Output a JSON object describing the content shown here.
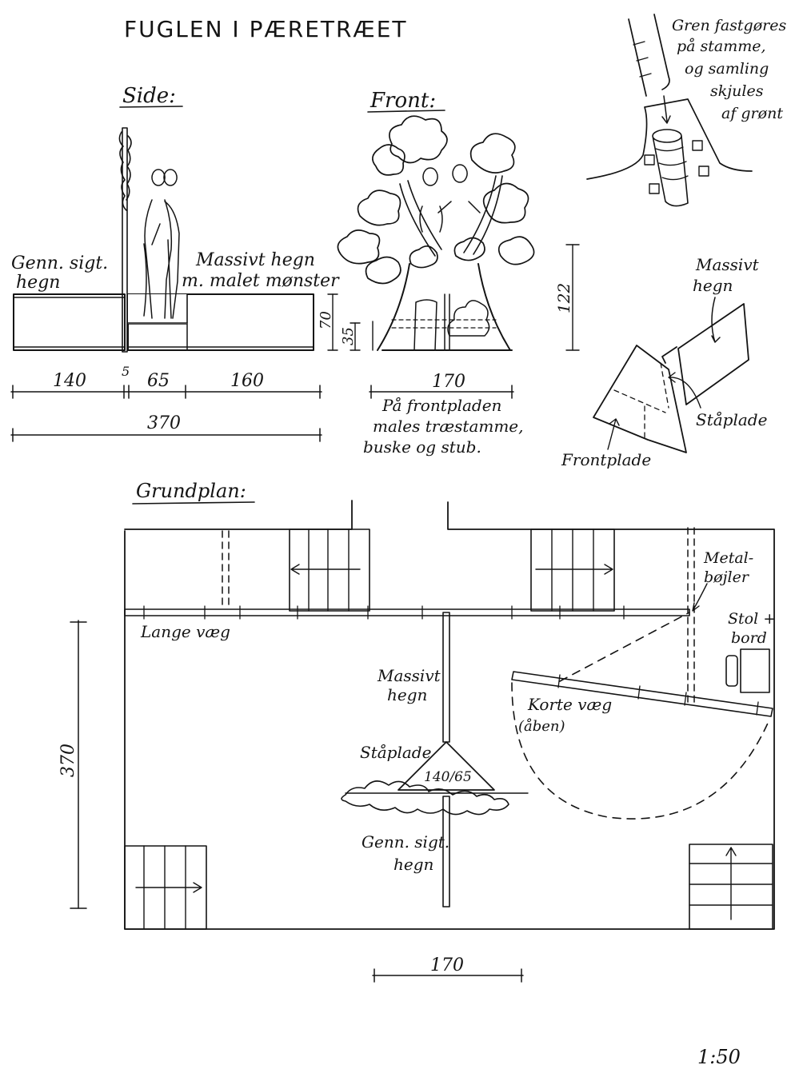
{
  "title": "FUGLEN I PÆRETRÆET",
  "scale": "1:50",
  "side": {
    "heading": "Side:",
    "label_left": [
      "Genn. sigt.",
      "hegn"
    ],
    "label_right": [
      "Massivt hegn",
      "m. malet mønster"
    ],
    "dim_height": "70",
    "dim_step": "35",
    "dims": [
      "140",
      "5",
      "65",
      "160"
    ],
    "total": "370"
  },
  "front": {
    "heading": "Front:",
    "dim_height": "122",
    "dim_width": "170",
    "note": [
      "På frontpladen",
      "males træstamme,",
      "buske og stub."
    ]
  },
  "detail_top": {
    "note": [
      "Gren fastgøres",
      "på stamme,",
      "og samling",
      "skjules",
      "af grønt"
    ]
  },
  "detail_panel": {
    "label_top": [
      "Massivt",
      "hegn"
    ],
    "label_steel": "Ståplade",
    "label_front": "Frontplade"
  },
  "plan": {
    "heading": "Grundplan:",
    "metal": [
      "Metal-",
      "bøjler"
    ],
    "chair": [
      "Stol +",
      "bord"
    ],
    "long_wall": "Lange væg",
    "short_wall": [
      "Korte væg",
      "(åben)"
    ],
    "solid_fence": [
      "Massivt",
      "hegn"
    ],
    "steel_plate": "Ståplade",
    "plate_dim": "140/65",
    "see_through": [
      "Genn. sigt.",
      "hegn"
    ],
    "dim_vertical": "370",
    "dim_bottom": "170"
  }
}
